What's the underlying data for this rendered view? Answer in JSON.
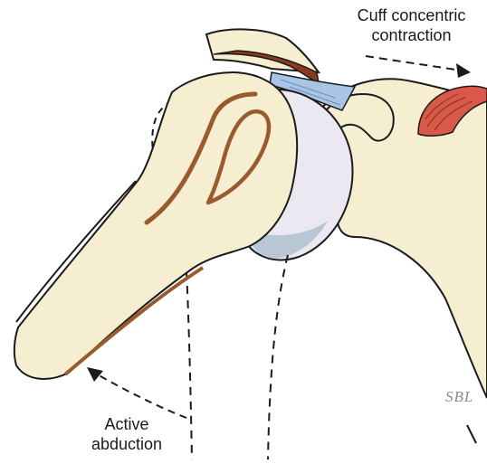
{
  "figure": {
    "labels": {
      "cuff_line1": "Cuff concentric",
      "cuff_line2": "contraction",
      "abduction_line1": "Active",
      "abduction_line2": "abduction"
    },
    "signature": "SBL",
    "colors": {
      "bone": "#f6eed1",
      "bone_shadow": "#e8dcb4",
      "outline": "#1b1b1b",
      "muscle": "#d9584a",
      "muscle_dark": "#8b3a1d",
      "tendon": "#a9c4e4",
      "humeral_head": "#ece8f2",
      "head_shadow": "#b9c7d4",
      "groove": "#9b5a2e"
    }
  }
}
